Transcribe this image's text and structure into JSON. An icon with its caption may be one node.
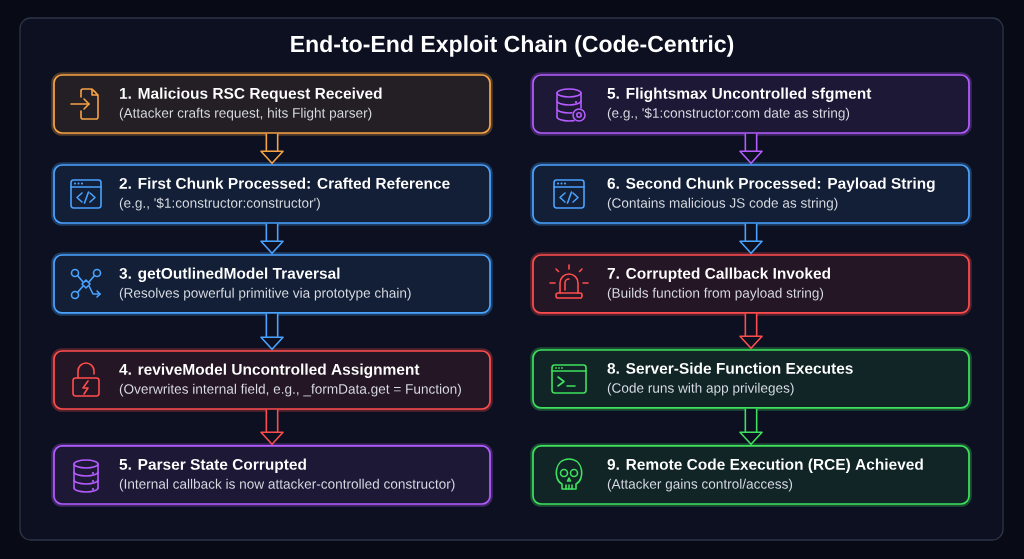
{
  "diagram": {
    "title": "End-to-End Exploit Chain (Code-Centric)",
    "nodes": [
      {
        "text": [
          "1. Malicious RSC Request Received",
          "(Attacker crafts request, hits Flight parser)"
        ]
      },
      {
        "text": [
          "2. First Chunk Processed: Crafted Reference",
          "(e.g., '$1:constructor:constructor')"
        ]
      },
      {
        "text": [
          "3. getOutlinedModel Traversal",
          "(Resolves powerful primitive via prototype chain)"
        ]
      },
      {
        "text": [
          "4. reviveModel Uncontrolled Assignment",
          "(Overwrites internal field, e.g., _formData.get = Function)"
        ]
      },
      {
        "text": [
          "5. Parser State Corrupted",
          "(Internal callback is now attacker-controlled constructor)"
        ]
      },
      {
        "text": [
          "5. Flightsmax Uncontrolled sfgment",
          "(e.g., '$1:constructor:com date as string)"
        ]
      },
      {
        "text": [
          "6. Second Chunk Processed: Payload String",
          "(Contains malicious JS code as string)"
        ]
      },
      {
        "text": [
          "7. Corrupted Callback Invoked",
          "(Builds function from payload string)"
        ]
      },
      {
        "text": [
          "8. Server-Side Function Executes",
          "(Code runs with app privileges)"
        ]
      },
      {
        "text": [
          "9. Remote Code Execution (RCE) Achieved",
          "(Attacker gains control/access)"
        ]
      }
    ],
    "edges": [
      {
        "from": 0,
        "to": 1,
        "arrow": "to",
        "color": "#f7a345"
      },
      {
        "from": 1,
        "to": 2,
        "arrow": "to"
      },
      {
        "from": 2,
        "to": 3,
        "arrow": "to"
      },
      {
        "from": 3,
        "to": 4,
        "arrow": "to",
        "color": "#ff4d4d"
      },
      {
        "from": 5,
        "to": 6,
        "arrow": "to",
        "color": "#b45cff"
      },
      {
        "from": 6,
        "to": 7,
        "arrow": "to"
      },
      {
        "from": 7,
        "to": 8,
        "arrow": "to",
        "color": "#ff4d4d"
      },
      {
        "from": 8,
        "to": 9,
        "arrow": "to",
        "color": "#3ee05e"
      }
    ]
  }
}
